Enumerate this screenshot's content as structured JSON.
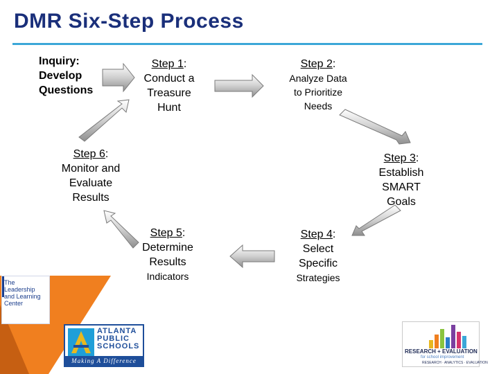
{
  "header": {
    "title": "DMR Six-Step Process"
  },
  "inquiry": {
    "line1": "Inquiry:",
    "line2": "Develop",
    "line3": "Questions"
  },
  "steps": [
    {
      "num": "Step 1",
      "lines": [
        "Conduct a",
        "Treasure",
        "Hunt"
      ],
      "light": []
    },
    {
      "num": "Step 2",
      "lines": [],
      "light": [
        "Analyze Data",
        "to Prioritize",
        "Needs"
      ]
    },
    {
      "num": "Step 3",
      "lines": [
        "Establish",
        "SMART",
        "Goals"
      ],
      "light": []
    },
    {
      "num": "Step 4",
      "lines": [
        "Select",
        "Specific"
      ],
      "light": [
        "Strategies"
      ]
    },
    {
      "num": "Step 5",
      "lines": [
        "Determine",
        "Results"
      ],
      "light": [
        "Indicators"
      ]
    },
    {
      "num": "Step 6",
      "lines": [
        "Monitor and",
        "Evaluate",
        "Results"
      ],
      "light": []
    }
  ],
  "logos": {
    "llc": {
      "lines": [
        "The",
        "Leadership",
        "and Learning",
        "Center"
      ]
    },
    "aps": {
      "lines": [
        "ATLANTA",
        "PUBLIC",
        "SCHOOLS"
      ],
      "tagline": "Making A Difference"
    },
    "re": {
      "title": "RESEARCH + EVALUATION",
      "sub": "for school improvement",
      "sub2": "RESEARCH · ANALYTICS · EVALUATION"
    }
  },
  "colors": {
    "title": "#1a2f7a",
    "rule": "#3ba7d8",
    "orange": "#f07f1f",
    "arrow": "#c8c8c8"
  }
}
